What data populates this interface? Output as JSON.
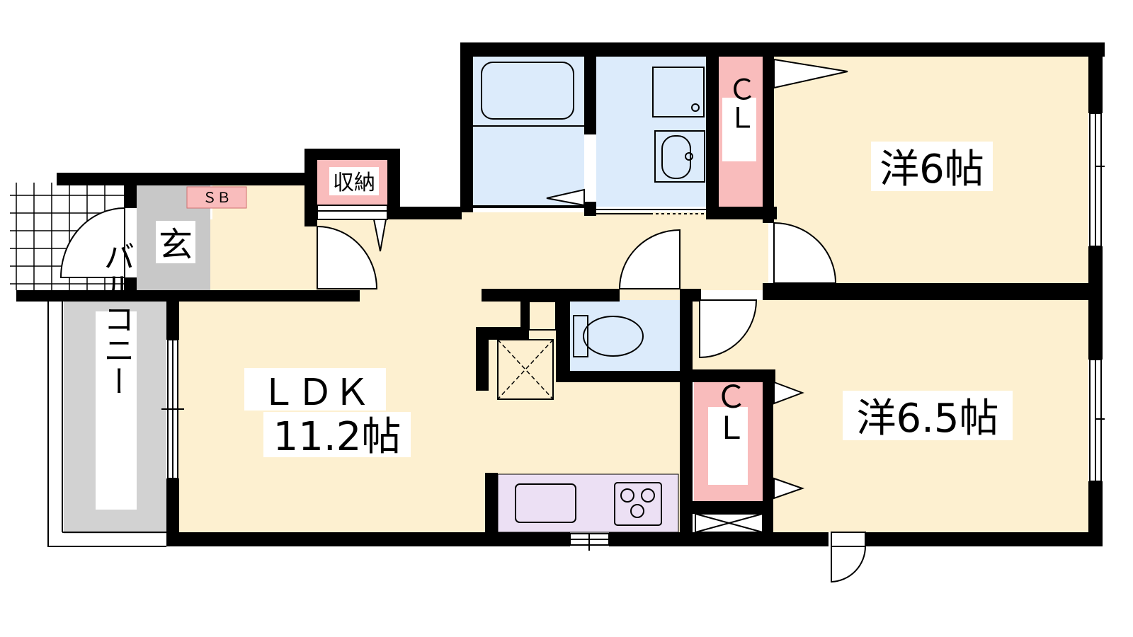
{
  "rooms": {
    "ldk_line1": "ＬＤＫ",
    "ldk_line2": "11.2帖",
    "western_6": "洋6帖",
    "western_65": "洋6.5帖",
    "entrance": "玄",
    "balcony": "バルコニー",
    "storage": "収納",
    "shoe_box": "ＳＢ",
    "closet_top": "ＣＬ",
    "closet_bottom": "ＣＬ"
  },
  "colors": {
    "room_floor": "#fdf0d0",
    "wet_area": "#dcebfb",
    "closet": "#f9bcbc",
    "entrance_floor": "#c8c8c8",
    "balcony_floor": "#d2d2d2",
    "kitchen": "#ece0f4",
    "wall": "#000000"
  }
}
